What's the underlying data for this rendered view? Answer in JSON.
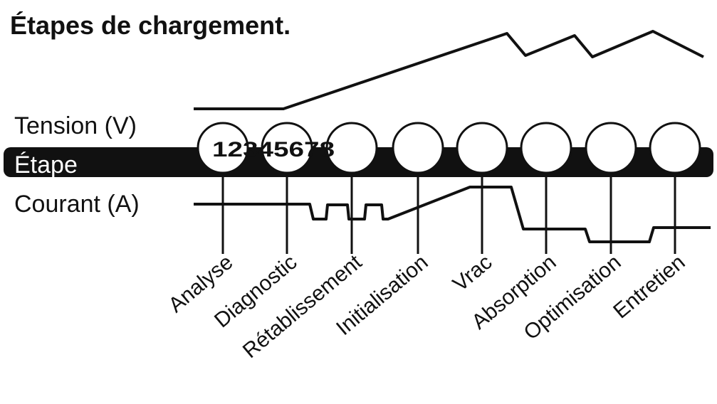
{
  "title": "Étapes de chargement.",
  "rows": {
    "voltage_label": "Tension (V)",
    "step_label": "Étape",
    "current_label": "Courant (A)"
  },
  "step_numbers": "12345678",
  "stages": [
    "Analyse",
    "Diagnostic",
    "Rétablissement",
    "Initialisation",
    "Vrac",
    "Absorption",
    "Optimisation",
    "Entretien"
  ],
  "colors": {
    "line": "#111111",
    "band": "#111111",
    "circle_fill": "#ffffff"
  }
}
